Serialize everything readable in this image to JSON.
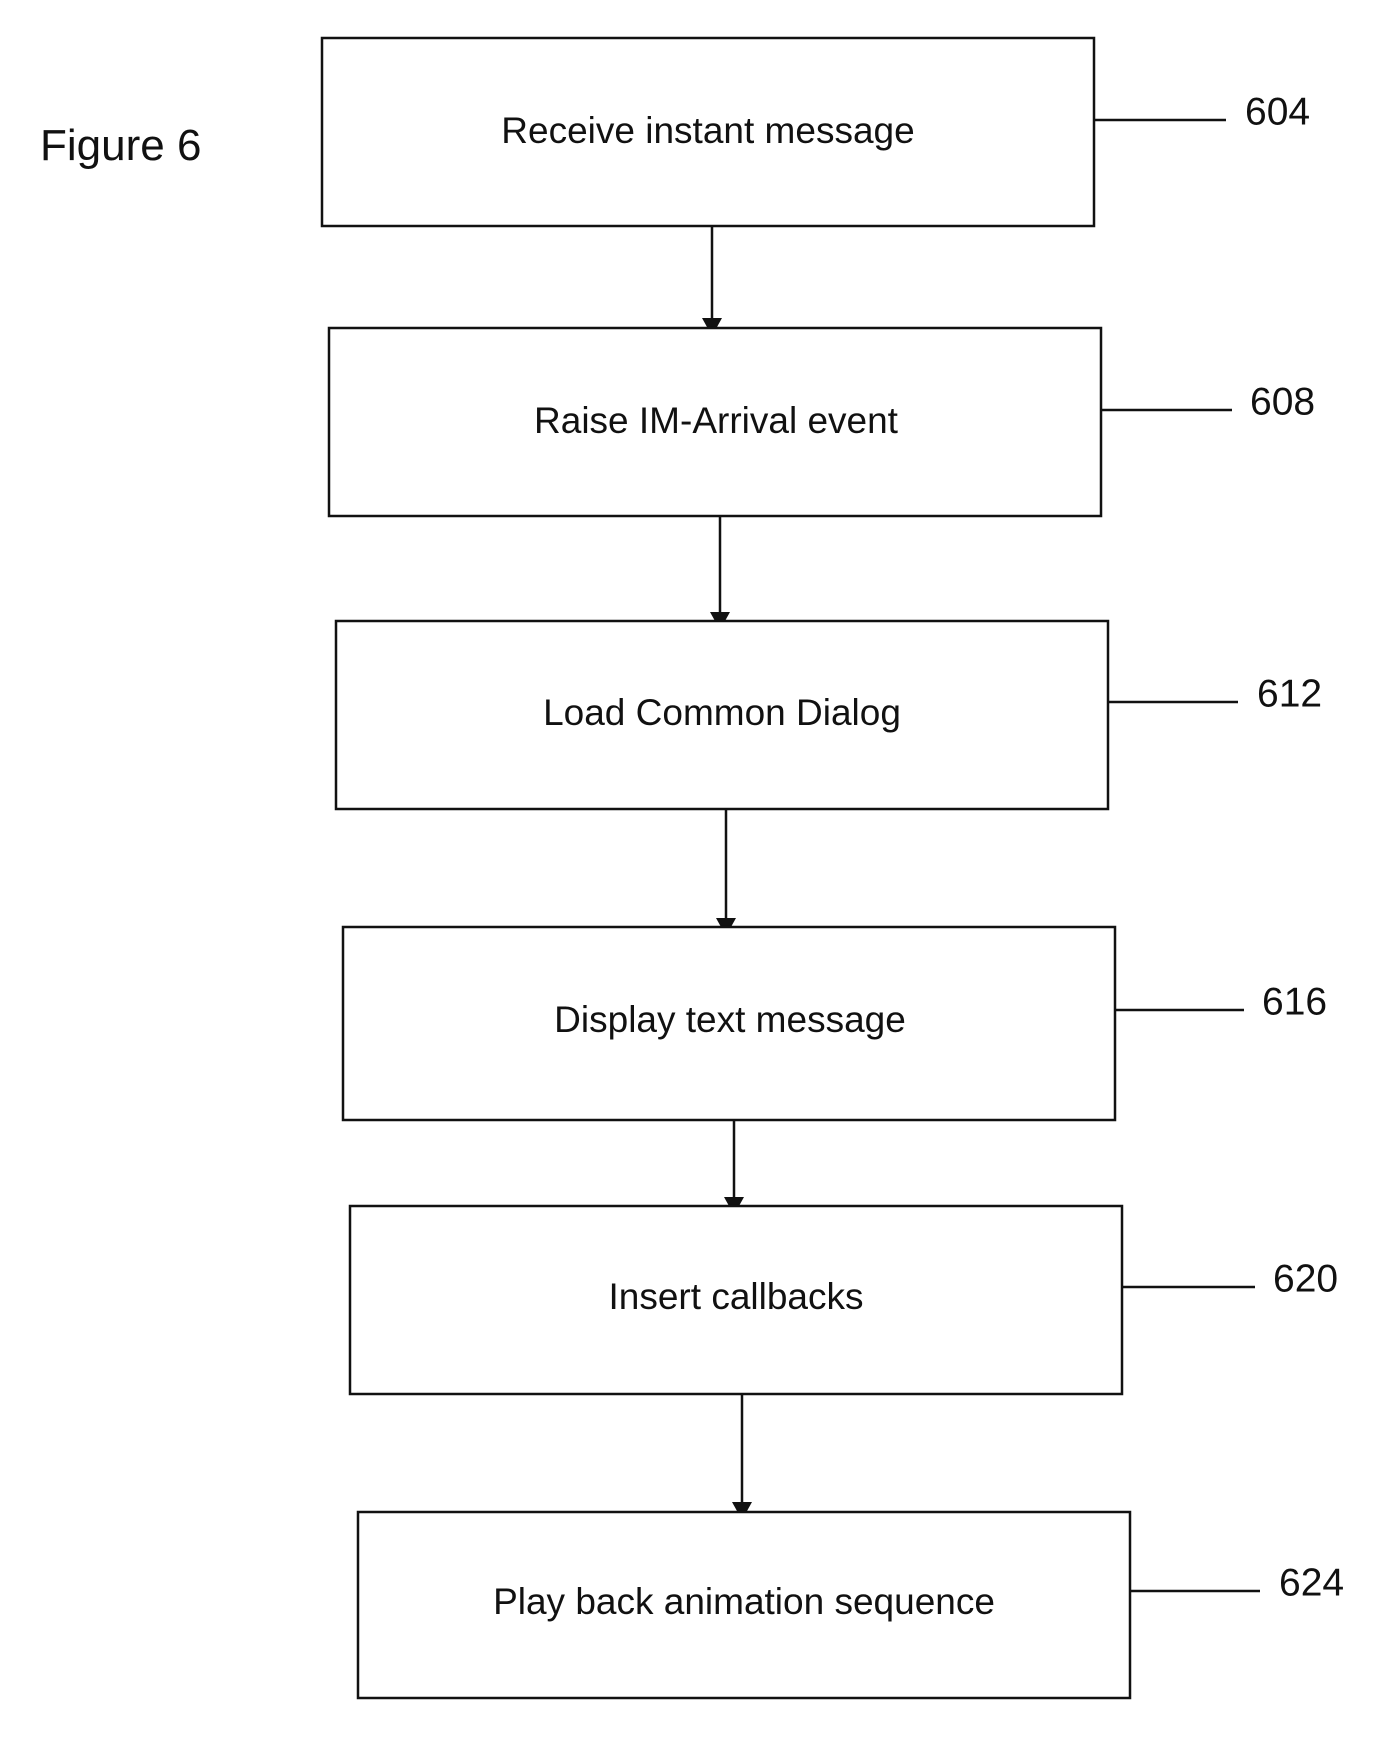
{
  "figure": {
    "label": "Figure 6"
  },
  "steps": [
    {
      "text": "Receive instant message",
      "ref": "604"
    },
    {
      "text": "Raise IM-Arrival event",
      "ref": "608"
    },
    {
      "text": "Load Common Dialog",
      "ref": "612"
    },
    {
      "text": "Display text message",
      "ref": "616"
    },
    {
      "text": "Insert callbacks",
      "ref": "620"
    },
    {
      "text": "Play back animation sequence",
      "ref": "624"
    }
  ]
}
